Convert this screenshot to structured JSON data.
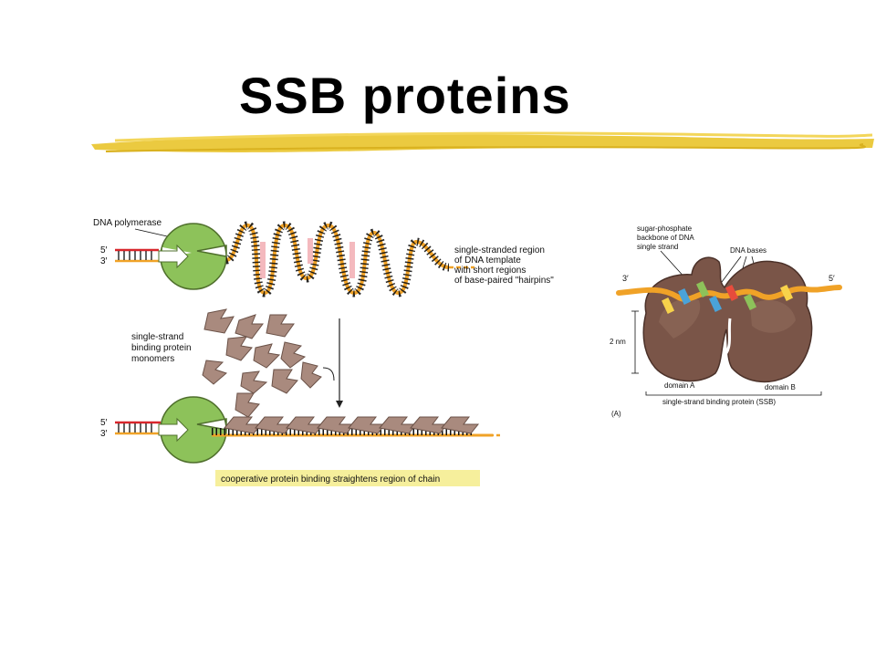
{
  "slide": {
    "title": "SSB proteins",
    "underline_color": "#e9c42b"
  },
  "left_figure": {
    "polymerase_label": "DNA polymerase",
    "strand_5": "5′",
    "strand_3": "3′",
    "template_label_lines": [
      "single-stranded region",
      "of DNA template",
      "with short regions",
      "of base-paired \"hairpins\""
    ],
    "monomer_label_lines": [
      "single-strand",
      "binding protein",
      "monomers"
    ],
    "caption": "cooperative protein binding straightens region of chain",
    "colors": {
      "polymerase": "#8dc25a",
      "strand_orange": "#f0a227",
      "strand_red": "#d8262b",
      "protein_brown": "#a98a7e",
      "hairpin_pink": "#f3b2b8",
      "caption_bg": "#f6ef9c"
    }
  },
  "right_figure": {
    "backbone_label_lines": [
      "sugar-phosphate",
      "backbone of DNA",
      "single strand"
    ],
    "bases_label": "DNA bases",
    "end_3": "3′",
    "end_5": "5′",
    "size_label": "2 nm",
    "domain_a": "domain A",
    "domain_b": "domain B",
    "protein_label": "single-strand binding protein (SSB)",
    "panel_letter": "(A)",
    "colors": {
      "protein": "#7a5548",
      "backbone": "#f0a227"
    }
  }
}
